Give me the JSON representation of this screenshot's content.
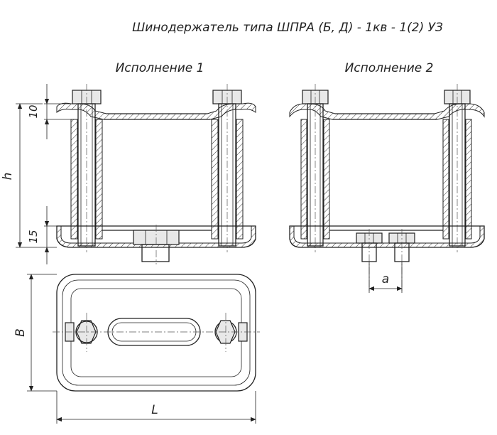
{
  "title": "Шинодержатель типа ШПРА (Б, Д) - 1кв - 1(2) УЗ",
  "views": {
    "variant1": "Исполнение 1",
    "variant2": "Исполнение 2"
  },
  "dimensions": {
    "top_gap": "10",
    "height": "h",
    "bottom_gap": "15",
    "width": "B",
    "length": "L",
    "offset": "a"
  }
}
